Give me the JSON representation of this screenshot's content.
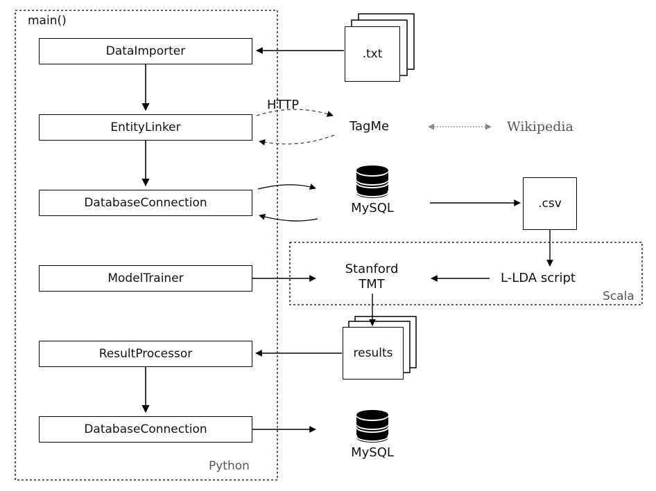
{
  "python_group": {
    "title": "main()",
    "language": "Python"
  },
  "scala_group": {
    "language": "Scala"
  },
  "modules": {
    "data_importer": "DataImporter",
    "entity_linker": "EntityLinker",
    "database_connection_1": "DatabaseConnection",
    "model_trainer": "ModelTrainer",
    "result_processor": "ResultProcessor",
    "database_connection_2": "DatabaseConnection"
  },
  "files": {
    "txt": ".txt",
    "csv": ".csv",
    "results": "results"
  },
  "external": {
    "http": "HTTP",
    "tagme": "TagMe",
    "wikipedia": "Wikipedia",
    "mysql_1": "MySQL",
    "mysql_2": "MySQL",
    "stanford_line1": "Stanford",
    "stanford_line2": "TMT",
    "llda_script": "L-LDA script"
  }
}
